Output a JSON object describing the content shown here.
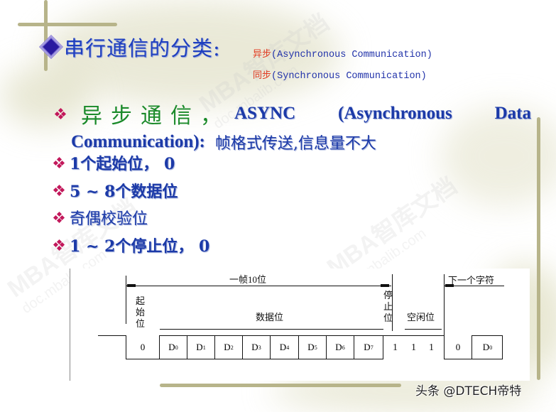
{
  "slide": {
    "title": "串行通信的分类:",
    "subtypes": [
      {
        "cn": "异步",
        "en": "(Asynchronous Communication)"
      },
      {
        "cn": "同步",
        "en": "(Synchronous Communication)"
      }
    ],
    "async_heading": {
      "cn": "异步通信，",
      "en_parts": [
        "ASYNC",
        "(Asynchronous",
        "Data"
      ],
      "en_line2": "Communication):",
      "desc": "帧格式传送,信息量不大"
    },
    "bullets": [
      {
        "text": "1个起始位， 0",
        "bold": true
      },
      {
        "text": "5 ~ 8个数据位",
        "bold": true
      },
      {
        "text": "奇偶校验位",
        "bold": false
      },
      {
        "text": "1 ~ 2个停止位， 0",
        "bold": true
      }
    ],
    "colors": {
      "title_blue": "#1f3fbf",
      "heading_green": "#1a8a2a",
      "accent_red": "#e23b20",
      "bullet_magenta": "#c2185b",
      "deco_olive": "#b7b48a"
    }
  },
  "diagram": {
    "frame_label": "一帧10位",
    "start_bit_label": [
      "起",
      "始",
      "位"
    ],
    "data_bits_label": "数据位",
    "stop_bit_label": [
      "停",
      "止",
      "位"
    ],
    "idle_bits_label": "空闲位",
    "next_char_label": "下一个字符",
    "start_value": "0",
    "data_cells": [
      {
        "base": "D",
        "sub": "0"
      },
      {
        "base": "D",
        "sub": "1"
      },
      {
        "base": "D",
        "sub": "2"
      },
      {
        "base": "D",
        "sub": "3"
      },
      {
        "base": "D",
        "sub": "4"
      },
      {
        "base": "D",
        "sub": "5"
      },
      {
        "base": "D",
        "sub": "6"
      },
      {
        "base": "D",
        "sub": "7"
      }
    ],
    "stop_idle_values": [
      "1",
      "1",
      "1"
    ],
    "next_start_value": "0",
    "next_data_cell": {
      "base": "D",
      "sub": "0"
    }
  },
  "footer": {
    "credit": "头条 @DTECH帝特"
  },
  "watermarks": [
    {
      "main": "MBA智库文档",
      "sub": "doc.mbalib.com"
    }
  ]
}
